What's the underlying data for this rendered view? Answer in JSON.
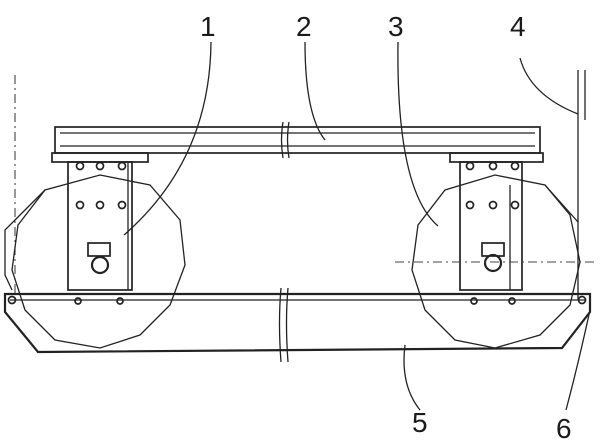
{
  "figure": {
    "callouts": [
      {
        "id": "1",
        "text": "1"
      },
      {
        "id": "2",
        "text": "2"
      },
      {
        "id": "3",
        "text": "3"
      },
      {
        "id": "4",
        "text": "4"
      },
      {
        "id": "5",
        "text": "5"
      },
      {
        "id": "6",
        "text": "6"
      }
    ],
    "colors": {
      "ink": "#222222",
      "background": "#ffffff"
    }
  }
}
